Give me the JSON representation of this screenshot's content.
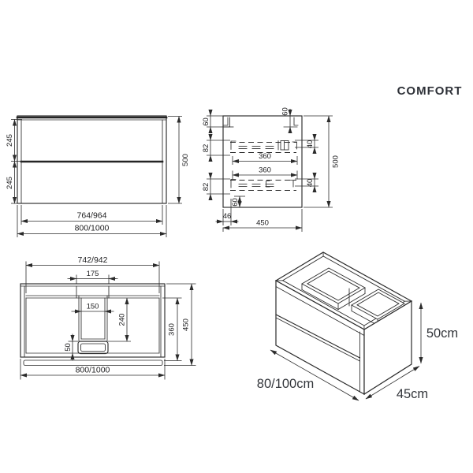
{
  "title": "COMFORT",
  "front_view": {
    "dim_drawer_top": "245",
    "dim_drawer_bottom": "245",
    "dim_height": "500",
    "dim_inner_width": "764/964",
    "dim_outer_width": "800/1000"
  },
  "side_view": {
    "dim_top_left": "60",
    "dim_rail_upper": "82",
    "dim_rail_lower": "82",
    "dim_top_right": "60",
    "dim_slide_upper_height": "40",
    "dim_slide_lower_height": "40",
    "dim_slide_upper_length": "360",
    "dim_slide_lower_length": "360",
    "dim_bottom_clearance": "60",
    "dim_front_inset": "46",
    "dim_depth": "450",
    "dim_height": "500"
  },
  "plan_view": {
    "dim_inner_width": "742/942",
    "dim_notch_outer_width": "175",
    "dim_notch_inner_width": "150",
    "dim_notch_depth": "240",
    "dim_recess_depth": "50",
    "dim_inner_depth": "360",
    "dim_depth": "450",
    "dim_outer_width": "800/1000"
  },
  "iso_view": {
    "dim_height": "50cm",
    "dim_width": "80/100cm",
    "dim_depth": "45cm"
  },
  "colors": {
    "line": "#2b2b2b",
    "label": "#33363b",
    "title": "#2e3138",
    "background": "#ffffff"
  }
}
